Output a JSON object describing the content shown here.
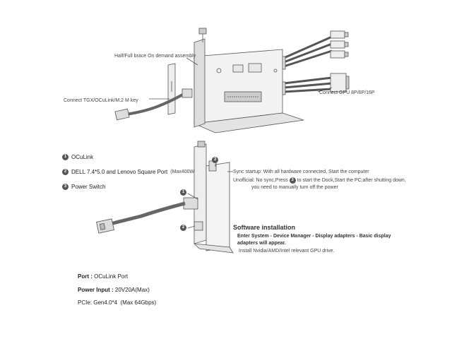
{
  "top_diagram": {
    "label_brace": "Half/Full brace On demand assembly",
    "label_connect_tgx": "Connect TGX/OCuLink/M.2 M key",
    "label_connect_gpu": "Connect GPU 8P/6P/16P"
  },
  "legend": {
    "items": [
      {
        "num": "1",
        "label": "OCuLink",
        "sub": ""
      },
      {
        "num": "2",
        "label": "DELL 7.4*5.0 and Lenovo Square Port",
        "sub": "(Max400W)"
      },
      {
        "num": "3",
        "label": "Power Switch",
        "sub": ""
      }
    ]
  },
  "bottom_diagram": {
    "callouts": [
      "1",
      "2",
      "3"
    ]
  },
  "sync": {
    "line1": "Sync startup: With all hardware connected, Start the computer",
    "line2_pre": "Unofficial: No sync,Press",
    "line2_num": "3",
    "line2_post": "to start the Dock,Start the PC;after shutting down,",
    "line3": "you need to manually turn off the power"
  },
  "software": {
    "title": "Software installation",
    "line1": "Enter System - Device Manager - Display adapters - Basic display",
    "line2": "adapters will appear.",
    "line3": "Install Nvidia/AMD/Intel relevant GPU drive."
  },
  "specs": {
    "port_label": "Port :",
    "port_value": "OCuLink Port",
    "power_label": "Power Input :",
    "power_value": "20V20A(Max)",
    "pcie_label": "PCIe:",
    "pcie_value": "Gen4.0*4  (Max 64Gbps)"
  }
}
